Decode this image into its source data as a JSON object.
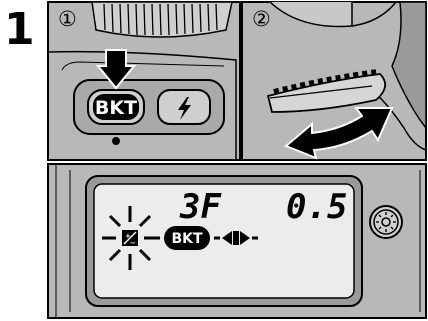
{
  "step_number": "1",
  "panels": {
    "top_left": {
      "step_marker": "①",
      "bkt_button_label": "BKT",
      "flash_button_icon": "flash-bolt-icon",
      "press_arrow_icon": "arrow-down-icon"
    },
    "top_right": {
      "step_marker": "②",
      "dial_icon": "command-dial-icon",
      "rotate_arrow_icon": "double-headed-curved-arrow-icon"
    },
    "bottom": {
      "lcd_frames": "3F",
      "lcd_step": "0.5",
      "lcd_bkt_label": "BKT",
      "exposure_comp_icon": "exposure-compensation-icon",
      "bracket_indicator_icon": "bracket-progress-icon",
      "backlight_button_icon": "sun-lamp-icon"
    }
  },
  "colors": {
    "panel_bg": "#b8b8b8",
    "lcd_bg": "#ececec",
    "outline": "#000000"
  }
}
